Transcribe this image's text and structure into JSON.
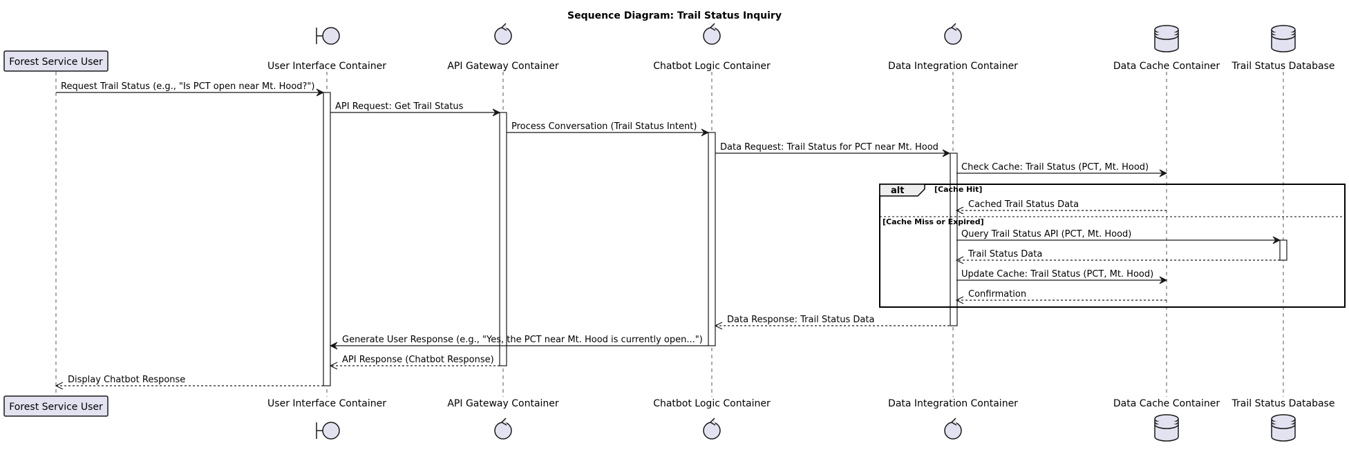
{
  "title": "Sequence Diagram: Trail Status Inquiry",
  "participants": [
    {
      "id": "user",
      "label": "Forest Service User",
      "kind": "participant"
    },
    {
      "id": "ui",
      "label": "User Interface Container",
      "kind": "boundary"
    },
    {
      "id": "gw",
      "label": "API Gateway Container",
      "kind": "control"
    },
    {
      "id": "bot",
      "label": "Chatbot Logic Container",
      "kind": "control"
    },
    {
      "id": "di",
      "label": "Data Integration Container",
      "kind": "control"
    },
    {
      "id": "cache",
      "label": "Data Cache Container",
      "kind": "database"
    },
    {
      "id": "db",
      "label": "Trail Status Database",
      "kind": "database"
    }
  ],
  "messages": [
    {
      "from": "user",
      "to": "ui",
      "label": "Request Trail Status (e.g., \"Is PCT open near Mt. Hood?\")",
      "style": "solid"
    },
    {
      "from": "ui",
      "to": "gw",
      "label": "API Request: Get Trail Status",
      "style": "solid"
    },
    {
      "from": "gw",
      "to": "bot",
      "label": "Process Conversation (Trail Status Intent)",
      "style": "solid"
    },
    {
      "from": "bot",
      "to": "di",
      "label": "Data Request: Trail Status for PCT near Mt. Hood",
      "style": "solid"
    },
    {
      "from": "di",
      "to": "cache",
      "label": "Check Cache: Trail Status (PCT, Mt. Hood)",
      "style": "solid"
    },
    {
      "from": "cache",
      "to": "di",
      "label": "Cached Trail Status Data",
      "style": "dashed"
    },
    {
      "from": "di",
      "to": "db",
      "label": "Query Trail Status API (PCT, Mt. Hood)",
      "style": "solid"
    },
    {
      "from": "db",
      "to": "di",
      "label": "Trail Status Data",
      "style": "dashed"
    },
    {
      "from": "di",
      "to": "cache",
      "label": "Update Cache: Trail Status (PCT, Mt. Hood)",
      "style": "solid"
    },
    {
      "from": "cache",
      "to": "di",
      "label": "Confirmation",
      "style": "dashed"
    },
    {
      "from": "di",
      "to": "bot",
      "label": "Data Response: Trail Status Data",
      "style": "dashed"
    },
    {
      "from": "bot",
      "to": "ui",
      "label": "Generate User Response (e.g., \"Yes, the PCT near Mt. Hood is currently open...\")",
      "style": "solid"
    },
    {
      "from": "gw",
      "to": "ui",
      "label": "API Response (Chatbot Response)",
      "style": "dashed"
    },
    {
      "from": "ui",
      "to": "user",
      "label": "Display Chatbot Response",
      "style": "dashed"
    }
  ],
  "alt_group": {
    "keyword": "alt",
    "branches": [
      "[Cache Hit]",
      "[Cache Miss or Expired]"
    ]
  },
  "colors": {
    "participant_fill": "#E2E2F0",
    "stroke": "#181818",
    "background": "#FFFFFF"
  }
}
